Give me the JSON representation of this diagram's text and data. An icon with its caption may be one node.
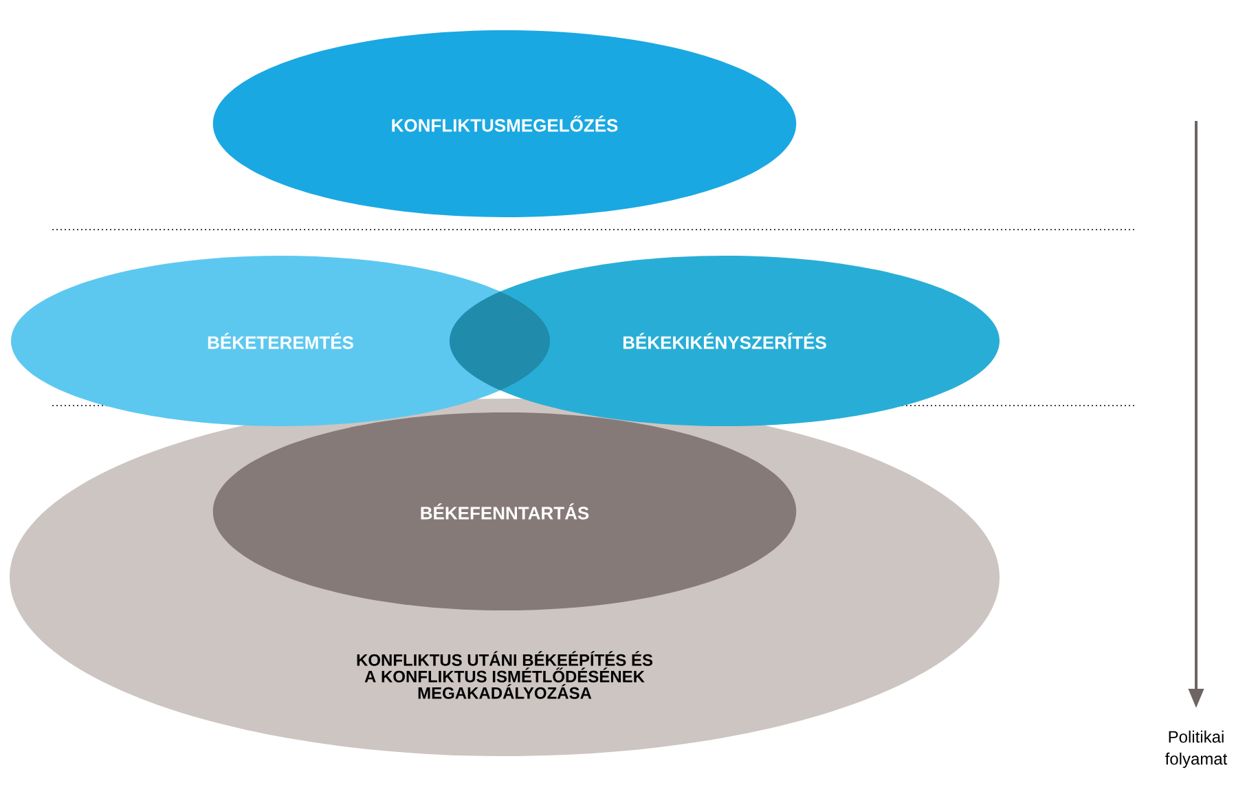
{
  "diagram": {
    "nodes": [
      {
        "text": [
          "KONFLIKTUSMEGELŐZÉS"
        ]
      },
      {
        "text": [
          "BÉKETEREMTÉS"
        ]
      },
      {
        "text": [
          "BÉKEKIKÉNYSZERÍTÉS"
        ]
      },
      {
        "text": [
          "KONFLIKTUS UTÁNI BÉKEÉPÍTÉS ÉS A KONFLIKTUS ISMÉTLŐDÉSÉNEK MEGAKADÁLYOZÁSA"
        ]
      },
      {
        "text": [
          "BÉKEFENNTARTÁS"
        ],
        "in": 3
      }
    ],
    "edges": [],
    "labels": [
      "Politikai folyamat"
    ]
  }
}
